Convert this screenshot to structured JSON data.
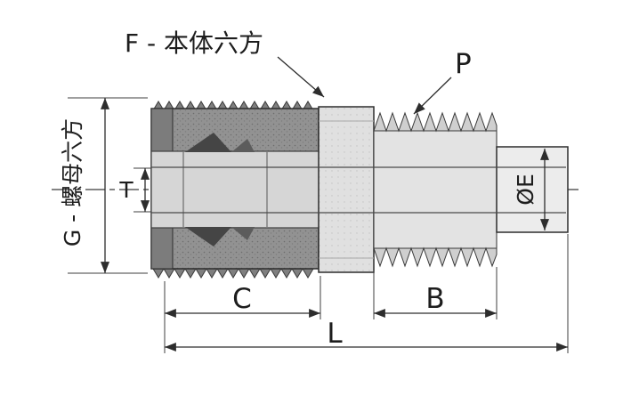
{
  "labels": {
    "f_body_hex": "F - 本体六方",
    "p_thread": "P",
    "g_nut_hex": "G - 螺母六方",
    "t_bore": "T",
    "e_diameter": "ØE",
    "c_length": "C",
    "b_thread_length": "B",
    "l_overall_length": "L"
  },
  "colors": {
    "line": "#2d2d2d",
    "nut_fill": "#929292",
    "body_fill": "#e0e0e0",
    "background": "#ffffff"
  }
}
